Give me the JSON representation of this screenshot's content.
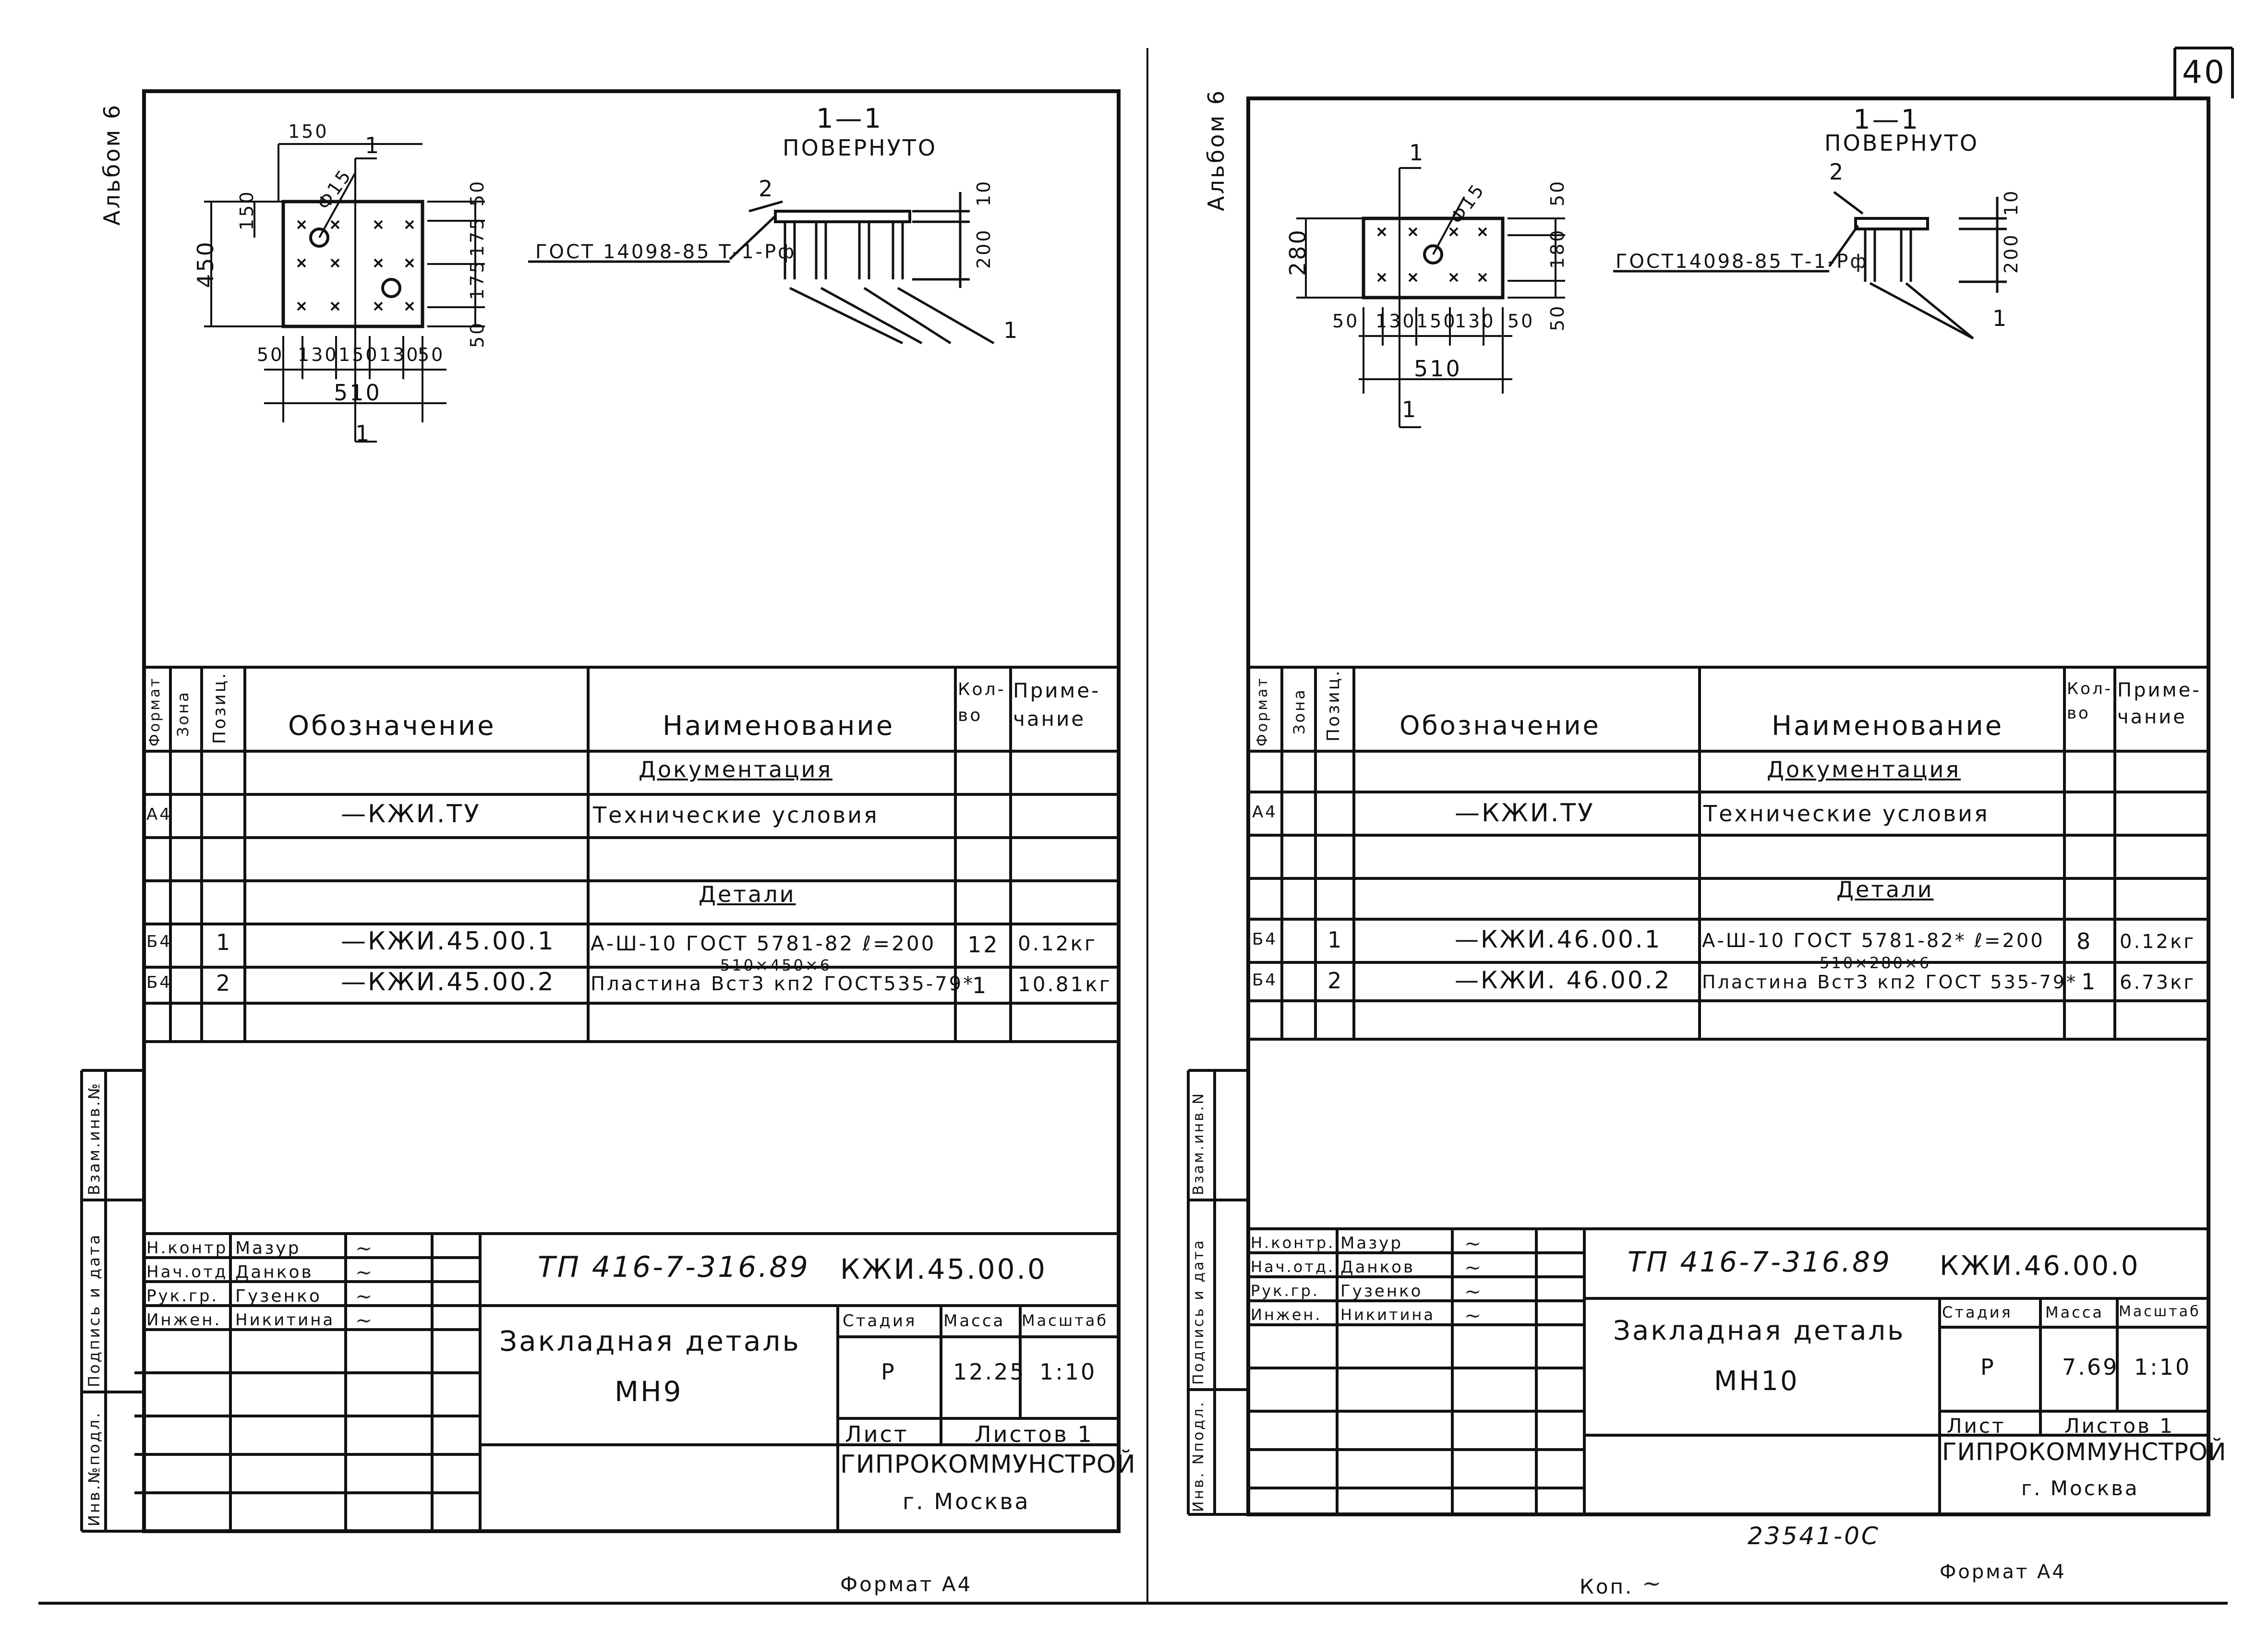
{
  "page_number": "40",
  "stamp_number": "23541-0С",
  "copy_label": "Коп.",
  "sheets": [
    {
      "album_label": "Альбом 6",
      "section_title": "1—1",
      "section_subtitle": "ПОВЕРНУТО",
      "section_mark": "1",
      "gost_callout": "ГОСТ 14098-85 Т-1-Рф",
      "pos_label_top": "2",
      "pos_label_bottom": "1",
      "hole_label": "Ф15",
      "dims": {
        "plate_width": "510",
        "plate_height": "450",
        "spacing": [
          "50",
          "130",
          "150",
          "130",
          "50"
        ],
        "top_offset": "150",
        "inner_height": "150",
        "right_dims": [
          "50",
          "175",
          "175",
          "50"
        ],
        "section_thickness": "10",
        "section_length": "200"
      },
      "table": {
        "headers": {
          "format": "Формат",
          "zone": "Зона",
          "pos": "Позиц.",
          "designation": "Обозначение",
          "name": "Наименование",
          "qty": "Кол-во",
          "note": "Приме-чание"
        },
        "sections": {
          "documentation": "Документация",
          "details": "Детали"
        },
        "doc_row": {
          "format": "А4",
          "designation": "—КЖИ.ТУ",
          "name": "Технические условия"
        },
        "rows": [
          {
            "format": "Б4",
            "pos": "1",
            "designation": "—КЖИ.45.00.1",
            "name": "А-Ш-10 ГОСТ 5781-82  ℓ=200",
            "name_sup": "",
            "qty": "12",
            "note": "0.12кг"
          },
          {
            "format": "Б4",
            "pos": "2",
            "designation": "—КЖИ.45.00.2",
            "name": "Пластина Вст3 кп2 ГОСТ535-79*",
            "name_sup": "510×450×6",
            "qty": "1",
            "note": "10.81кг"
          }
        ]
      },
      "side_labels": [
        "Взам.инв.№",
        "Подпись и дата",
        "Инв.№подл."
      ],
      "title_block": {
        "roles": [
          "Н.контр.",
          "Нач.отд.",
          "Рук.гр.",
          "Инжен."
        ],
        "names": [
          "Мазур",
          "Данков",
          "Гузенко",
          "Никитина"
        ],
        "project": "ТП 416-7-316.89",
        "code": "КЖИ.45.00.0",
        "title_line1": "Закладная деталь",
        "title_line2": "МН9",
        "stage_label": "Стадия",
        "mass_label": "Масса",
        "scale_label": "Масштаб",
        "stage": "Р",
        "mass": "12.25",
        "scale": "1:10",
        "sheet_label": "Лист",
        "sheets_label": "Листов 1",
        "org": "ГИПРОКОММУНСТРОЙ",
        "city": "г. Москва"
      },
      "format_label": "Формат А4"
    },
    {
      "album_label": "Альбом 6",
      "section_title": "1—1",
      "section_subtitle": "ПОВЕРНУТО",
      "section_mark": "1",
      "gost_callout": "ГОСТ14098-85 Т-1-Рф",
      "pos_label_top": "2",
      "pos_label_bottom": "1",
      "hole_label": "Ф15",
      "dims": {
        "plate_width": "510",
        "plate_height": "280",
        "spacing": [
          "50",
          "130",
          "150",
          "130",
          "50"
        ],
        "inner_height": "180",
        "right_dims": [
          "50",
          "180",
          "50"
        ],
        "section_thickness": "10",
        "section_length": "200"
      },
      "table": {
        "headers": {
          "format": "Формат",
          "zone": "Зона",
          "pos": "Позиц.",
          "designation": "Обозначение",
          "name": "Наименование",
          "qty": "Кол-во",
          "note": "Приме-чание"
        },
        "sections": {
          "documentation": "Документация",
          "details": "Детали"
        },
        "doc_row": {
          "format": "А4",
          "designation": "—КЖИ.ТУ",
          "name": "Технические условия"
        },
        "rows": [
          {
            "format": "Б4",
            "pos": "1",
            "designation": "—КЖИ.46.00.1",
            "name": "А-Ш-10 ГОСТ 5781-82*  ℓ=200",
            "name_sup": "",
            "qty": "8",
            "note": "0.12кг"
          },
          {
            "format": "Б4",
            "pos": "2",
            "designation": "—КЖИ. 46.00.2",
            "name": "Пластина Вст3 кп2 ГОСТ 535-79*",
            "name_sup": "510×280×6",
            "qty": "1",
            "note": "6.73кг"
          }
        ]
      },
      "side_labels": [
        "Взам.инв.N",
        "Подпись и дата",
        "Инв. Nподл."
      ],
      "title_block": {
        "roles": [
          "Н.контр.",
          "Нач.отд.",
          "Рук.гр.",
          "Инжен."
        ],
        "names": [
          "Мазур",
          "Данков",
          "Гузенко",
          "Никитина"
        ],
        "project": "ТП 416-7-316.89",
        "code": "КЖИ.46.00.0",
        "title_line1": "Закладная деталь",
        "title_line2": "МН10",
        "stage_label": "Стадия",
        "mass_label": "Масса",
        "scale_label": "Масштаб",
        "stage": "Р",
        "mass": "7.69",
        "scale": "1:10",
        "sheet_label": "Лист",
        "sheets_label": "Листов 1",
        "org": "ГИПРОКОММУНСТРОЙ",
        "city": "г. Москва"
      },
      "format_label": "Формат А4"
    }
  ]
}
